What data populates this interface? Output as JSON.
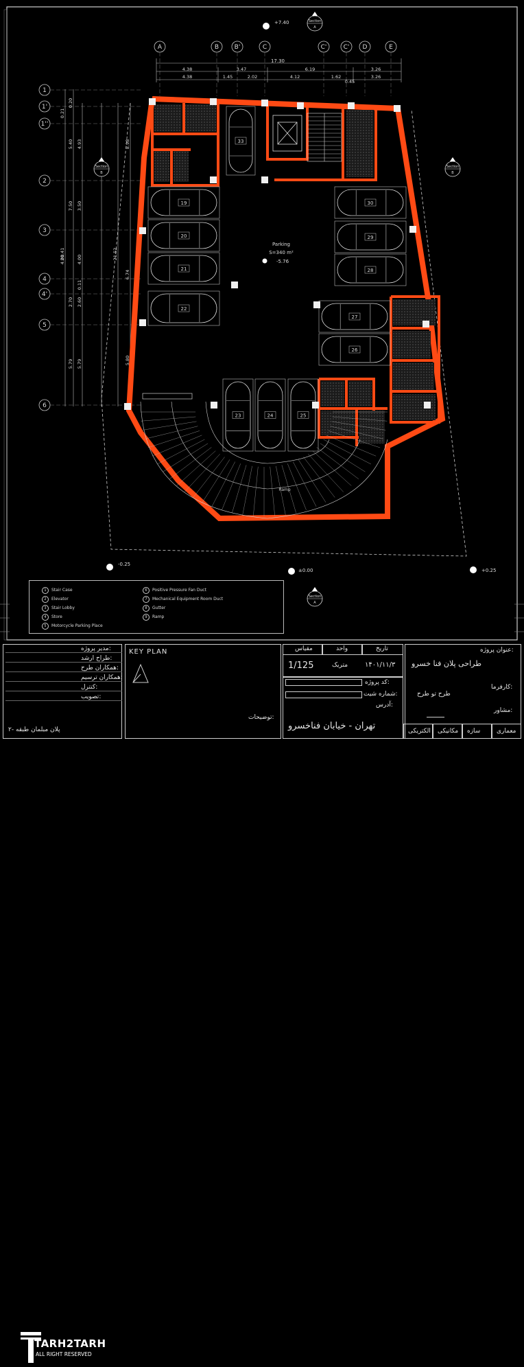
{
  "levels": {
    "top": "+7.40",
    "bottom_left": "-0.25",
    "center": "±0.00",
    "bottom_right": "+0.25",
    "parking": "-5.76"
  },
  "grid_columns": [
    "A",
    "B",
    "B'",
    "C",
    "C'",
    "C'",
    "D",
    "E"
  ],
  "grid_rows": [
    "1",
    "1'",
    "1''",
    "2",
    "3",
    "4",
    "4'",
    "5",
    "6"
  ],
  "dims_top": {
    "total": "17.30",
    "row1": [
      "4.38",
      "3.47",
      "6.19",
      "3.26"
    ],
    "row2": [
      "4.38",
      "1.45",
      "2.02",
      "4.12",
      "1.62",
      "3.26"
    ],
    "extra": "0.45"
  },
  "dims_left": {
    "total": "21.41",
    "overall": "21.52",
    "v1": [
      "5.40",
      "7.50",
      "2.70",
      "5.79"
    ],
    "v2": [
      "4.93",
      "3.50",
      "2.60",
      "5.79"
    ],
    "small": [
      "4.00",
      "4.00",
      "0.11",
      "0.21",
      "0.20"
    ],
    "v3": [
      "8.98",
      "6.74",
      "5.80"
    ]
  },
  "section_labels": {
    "section": "Section",
    "a": "A",
    "b": "B"
  },
  "parking_label": {
    "title": "Parking",
    "area": "S=340 m²"
  },
  "car_numbers": [
    "19",
    "20",
    "21",
    "22",
    "23",
    "24",
    "25",
    "26",
    "27",
    "28",
    "29",
    "30",
    "33"
  ],
  "ramp_label": "Ramp",
  "legend": [
    {
      "n": "1",
      "label": "Stair Case"
    },
    {
      "n": "2",
      "label": "Elevator"
    },
    {
      "n": "3",
      "label": "Stair Lobby"
    },
    {
      "n": "4",
      "label": "Store"
    },
    {
      "n": "5",
      "label": "Motorcycle Parking Place"
    },
    {
      "n": "6",
      "label": "Positive Pressure Fan Duct"
    },
    {
      "n": "7",
      "label": "Mechanical Equipment Room Duct"
    },
    {
      "n": "8",
      "label": "Gutter"
    },
    {
      "n": "9",
      "label": "Ramp"
    }
  ],
  "title_block": {
    "key_plan": "KEY PLAN",
    "roles": [
      "مدیر پروژه:",
      "طراح ارشد:",
      "همکاران طرح:",
      "همکاران ترسیم:",
      "کنترل:",
      "تصویب:"
    ],
    "scale_label": "مقیاس",
    "scale": "1/125",
    "unit_label": "واحد",
    "unit": "متریک",
    "date_label": "تاریخ",
    "date": "۱۴۰۱/۱۱/۳",
    "project_title_label": "عنوان پروژه:",
    "project_title": "طراحی پلان فنا خسرو",
    "project_code_label": "کد پروژه:",
    "sheet_number_label": "شماره شیت:",
    "client_label": "کارفرما:",
    "client": "طرح تو طرح",
    "address_label": "آدرس:",
    "address": "تهران - خیابان فناخسرو",
    "consultant_label": "مشاور:",
    "notes_label": "توضیحات:",
    "disciplines": [
      "معماری",
      "سازه",
      "مکانیکی",
      "الکتریکی"
    ],
    "sheet_title": "پلان مبلمان طبقه -۲",
    "logo_text": "TARH2TARH",
    "logo_sub": "ALL RIGHT RESERVED"
  },
  "colors": {
    "wall": "#ff4a14",
    "line": "#d9d9d9",
    "bg": "#000000"
  }
}
